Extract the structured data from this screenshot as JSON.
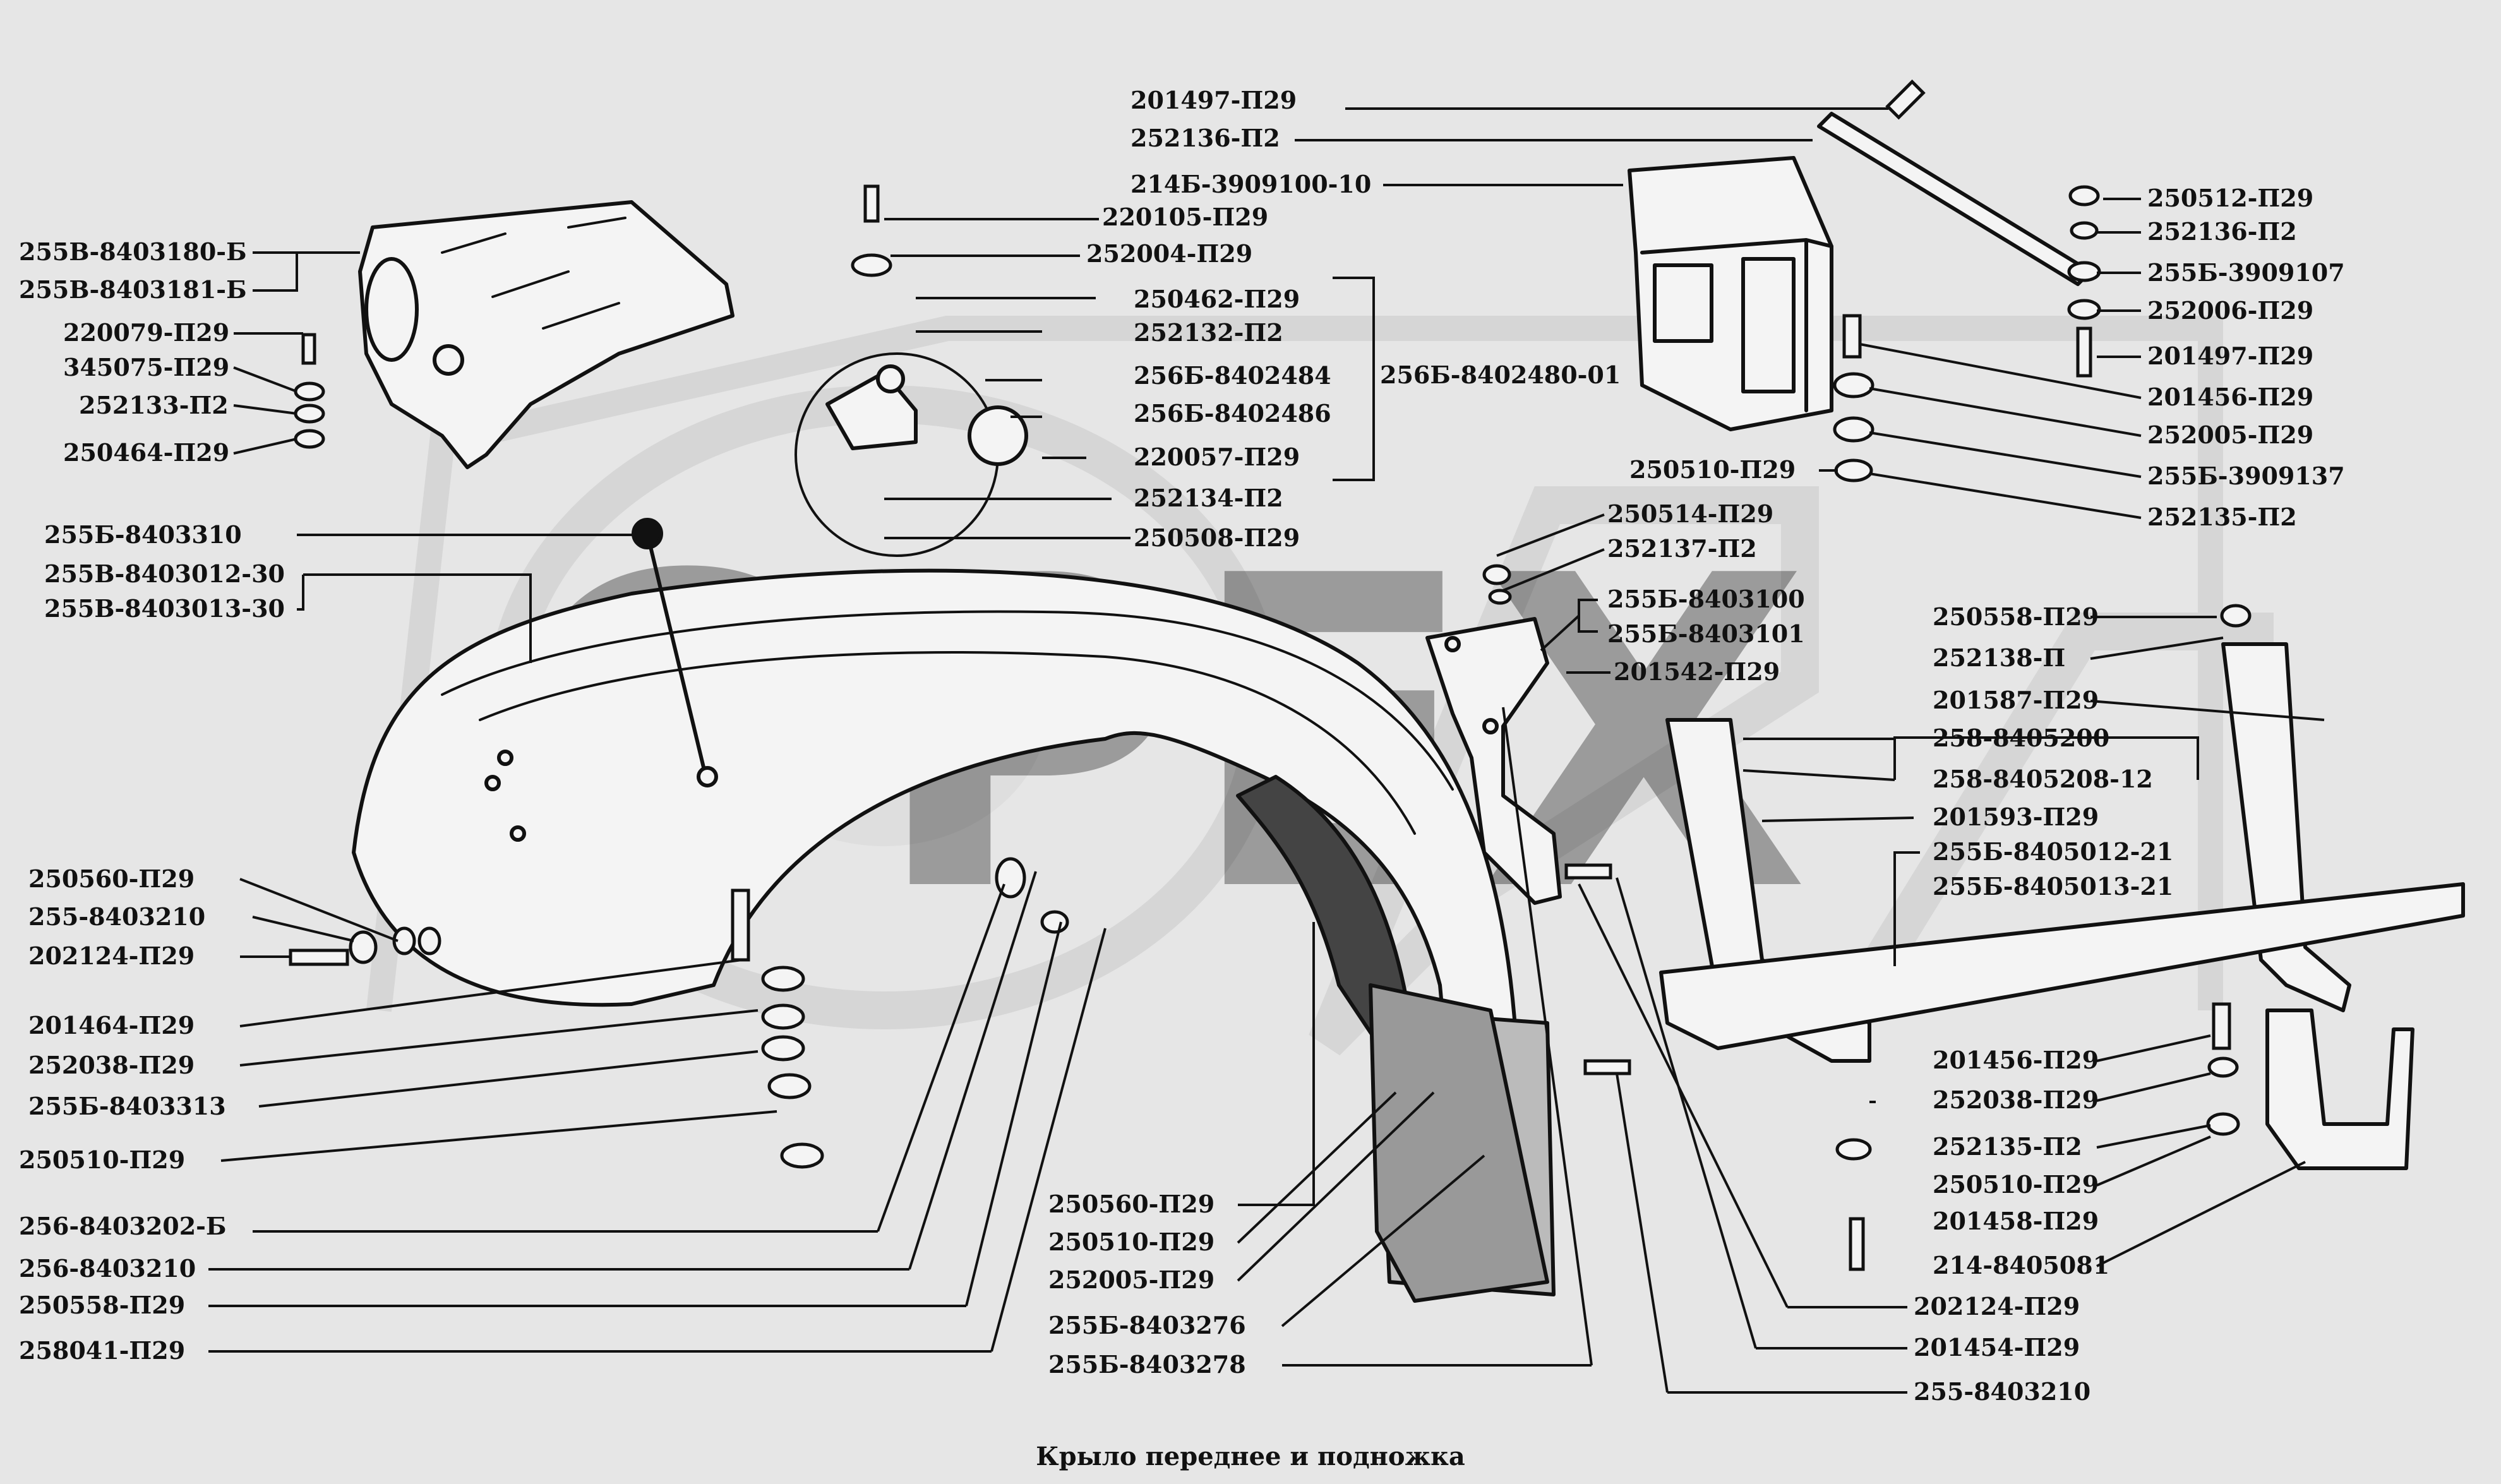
{
  "caption": "Крыло переднее и подножка",
  "watermark": "OPEX",
  "colors": {
    "background": "#e6e6e6",
    "ink": "#111111",
    "watermark": "#c9c9c9"
  },
  "labels": [
    "201497-П29",
    "252136-П2",
    "214Б-3909100-10",
    "220105-П29",
    "252004-П29",
    "255В-8403180-Б",
    "255В-8403181-Б",
    "220079-П29",
    "345075-П29",
    "252133-П2",
    "250464-П29",
    "250462-П29",
    "252132-П2",
    "256Б-8402484",
    "256Б-8402486",
    "220057-П29",
    "252134-П2",
    "250508-П29",
    "256Б-8402480-01",
    "250512-П29",
    "252136-П2",
    "255Б-3909107",
    "252006-П29",
    "201497-П29",
    "201456-П29",
    "252005-П29",
    "255Б-3909137",
    "252135-П2",
    "250510-П29",
    "255Б-8403310",
    "255В-8403012-30",
    "255В-8403013-30",
    "250514-П29",
    "252137-П2",
    "255Б-8403100",
    "255Б-8403101",
    "201542-П29",
    "250558-П29",
    "252138-П",
    "201587-П29",
    "258-8405200",
    "258-8405208-12",
    "201593-П29",
    "255Б-8405012-21",
    "255Б-8405013-21",
    "250560-П29",
    "255-8403210",
    "202124-П29",
    "201464-П29",
    "252038-П29",
    "255Б-8403313",
    "250510-П29",
    "256-8403202-Б",
    "256-8403210",
    "250558-П29",
    "258041-П29",
    "250560-П29",
    "250510-П29",
    "252005-П29",
    "255Б-8403276",
    "255Б-8403278",
    "201456-П29",
    "252038-П29",
    "252135-П2",
    "250510-П29",
    "201458-П29",
    "214-8405081",
    "202124-П29",
    "201454-П29",
    "255-8403210"
  ]
}
